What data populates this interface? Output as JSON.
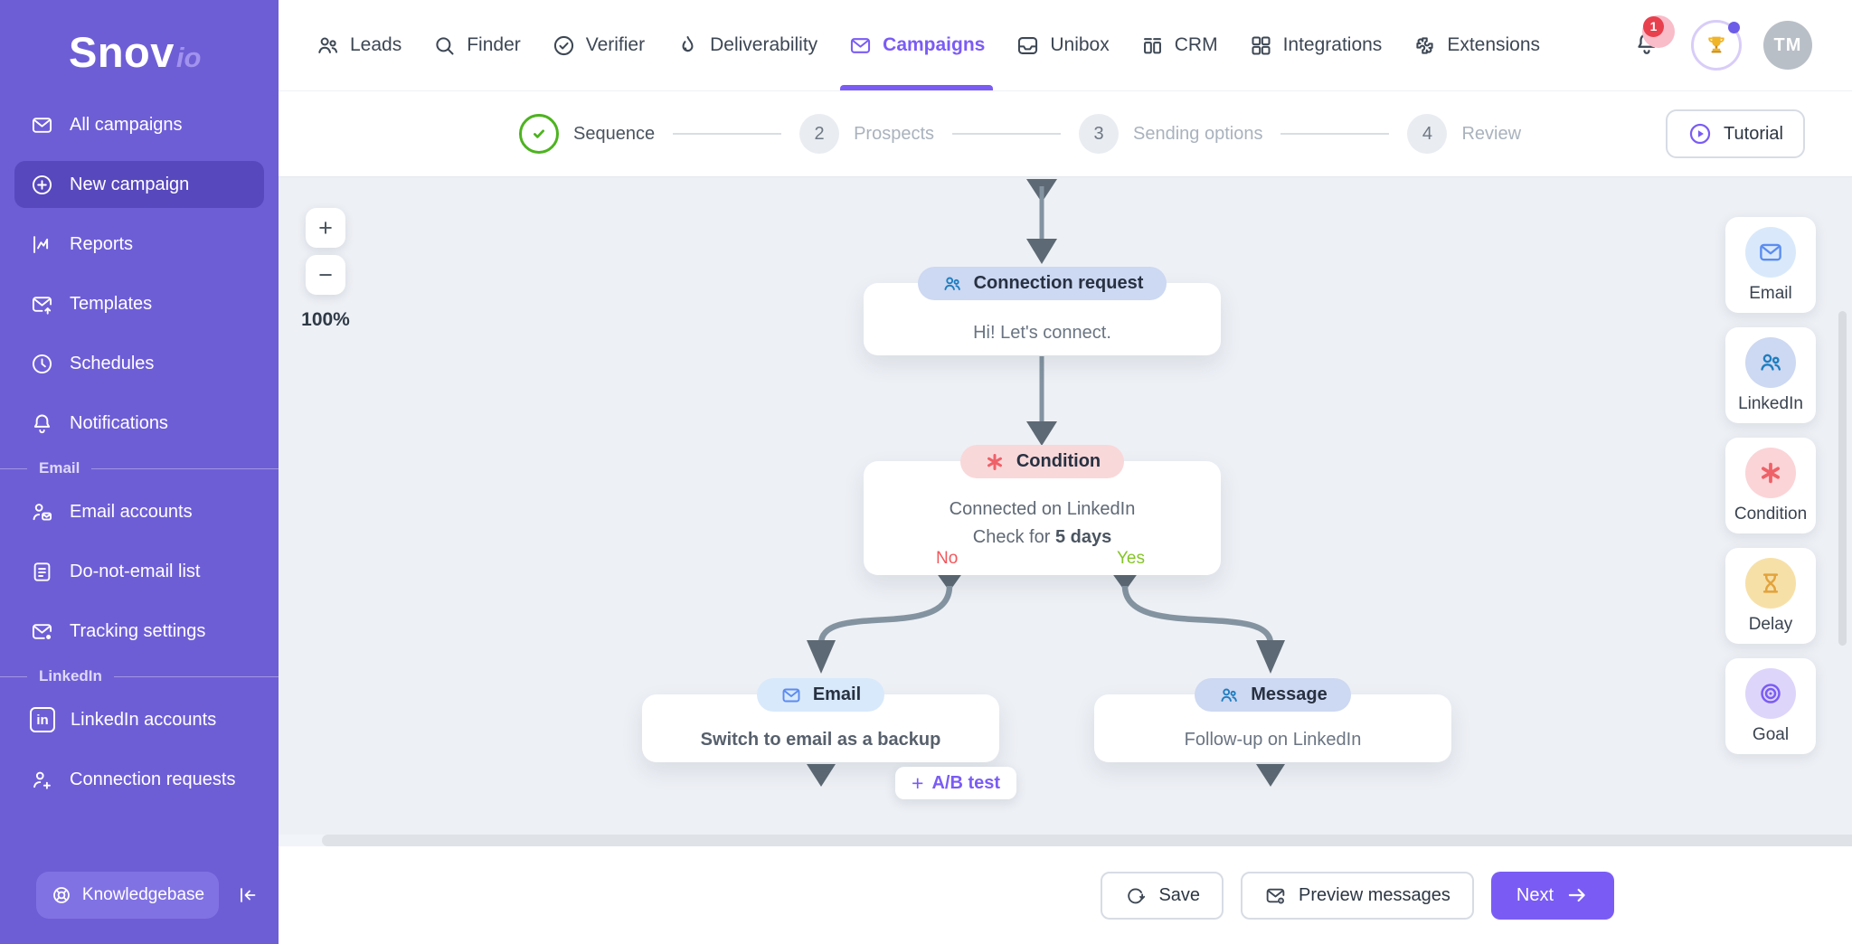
{
  "brand": {
    "name": "Snov",
    "suffix": "io"
  },
  "topnav": {
    "items": [
      {
        "label": "Leads"
      },
      {
        "label": "Finder"
      },
      {
        "label": "Verifier"
      },
      {
        "label": "Deliverability"
      },
      {
        "label": "Campaigns",
        "active": true
      },
      {
        "label": "Unibox"
      },
      {
        "label": "CRM"
      },
      {
        "label": "Integrations"
      },
      {
        "label": "Extensions"
      }
    ],
    "notification_badge": "1",
    "avatar_initials": "TM"
  },
  "sidebar": {
    "items_main": [
      {
        "label": "All campaigns"
      },
      {
        "label": "New campaign",
        "active": true
      },
      {
        "label": "Reports"
      },
      {
        "label": "Templates"
      },
      {
        "label": "Schedules"
      },
      {
        "label": "Notifications"
      }
    ],
    "sections": [
      {
        "title": "Email",
        "items": [
          {
            "label": "Email accounts"
          },
          {
            "label": "Do-not-email list"
          },
          {
            "label": "Tracking settings"
          }
        ]
      },
      {
        "title": "LinkedIn",
        "items": [
          {
            "label": "LinkedIn accounts"
          },
          {
            "label": "Connection requests"
          }
        ]
      }
    ],
    "linkedin_glyph": "in",
    "knowledgebase_label": "Knowledgebase"
  },
  "stepper": {
    "steps": [
      {
        "label": "Sequence",
        "state": "done"
      },
      {
        "number": "2",
        "label": "Prospects",
        "state": "pending"
      },
      {
        "number": "3",
        "label": "Sending options",
        "state": "pending"
      },
      {
        "number": "4",
        "label": "Review",
        "state": "pending"
      }
    ],
    "tutorial_label": "Tutorial"
  },
  "canvas": {
    "zoom_in": "+",
    "zoom_out": "−",
    "zoom_level": "100%",
    "nodes": {
      "connection_request": {
        "type": "Connection request",
        "body": "Hi! Let's connect."
      },
      "condition": {
        "type": "Condition",
        "line1": "Connected on LinkedIn",
        "line2_prefix": "Check for ",
        "line2_value": "5 days",
        "branch_no": "No",
        "branch_yes": "Yes"
      },
      "email": {
        "type": "Email",
        "body": "Switch to email as a backup",
        "ab_plus": "+",
        "ab_test": "A/B test"
      },
      "message": {
        "type": "Message",
        "body": "Follow-up on LinkedIn"
      }
    },
    "palette": [
      {
        "label": "Email"
      },
      {
        "label": "LinkedIn"
      },
      {
        "label": "Condition"
      },
      {
        "label": "Delay"
      },
      {
        "label": "Goal"
      }
    ]
  },
  "footer": {
    "save_label": "Save",
    "preview_label": "Preview messages",
    "next_label": "Next"
  },
  "colors": {
    "brand_purple": "#6e5ed6",
    "accent_purple": "#7a5cf5",
    "canvas_bg": "#edf0f5",
    "pill_blue": "#d8e9fb",
    "pill_lavender": "#cdd8f2",
    "pill_pink": "#f9d8da",
    "branch_no_red": "#f2575c",
    "branch_yes_green": "#85c427",
    "arrow_gray": "#8493a0",
    "badge_red": "#e8404d",
    "step_done_green": "#4db31f"
  }
}
